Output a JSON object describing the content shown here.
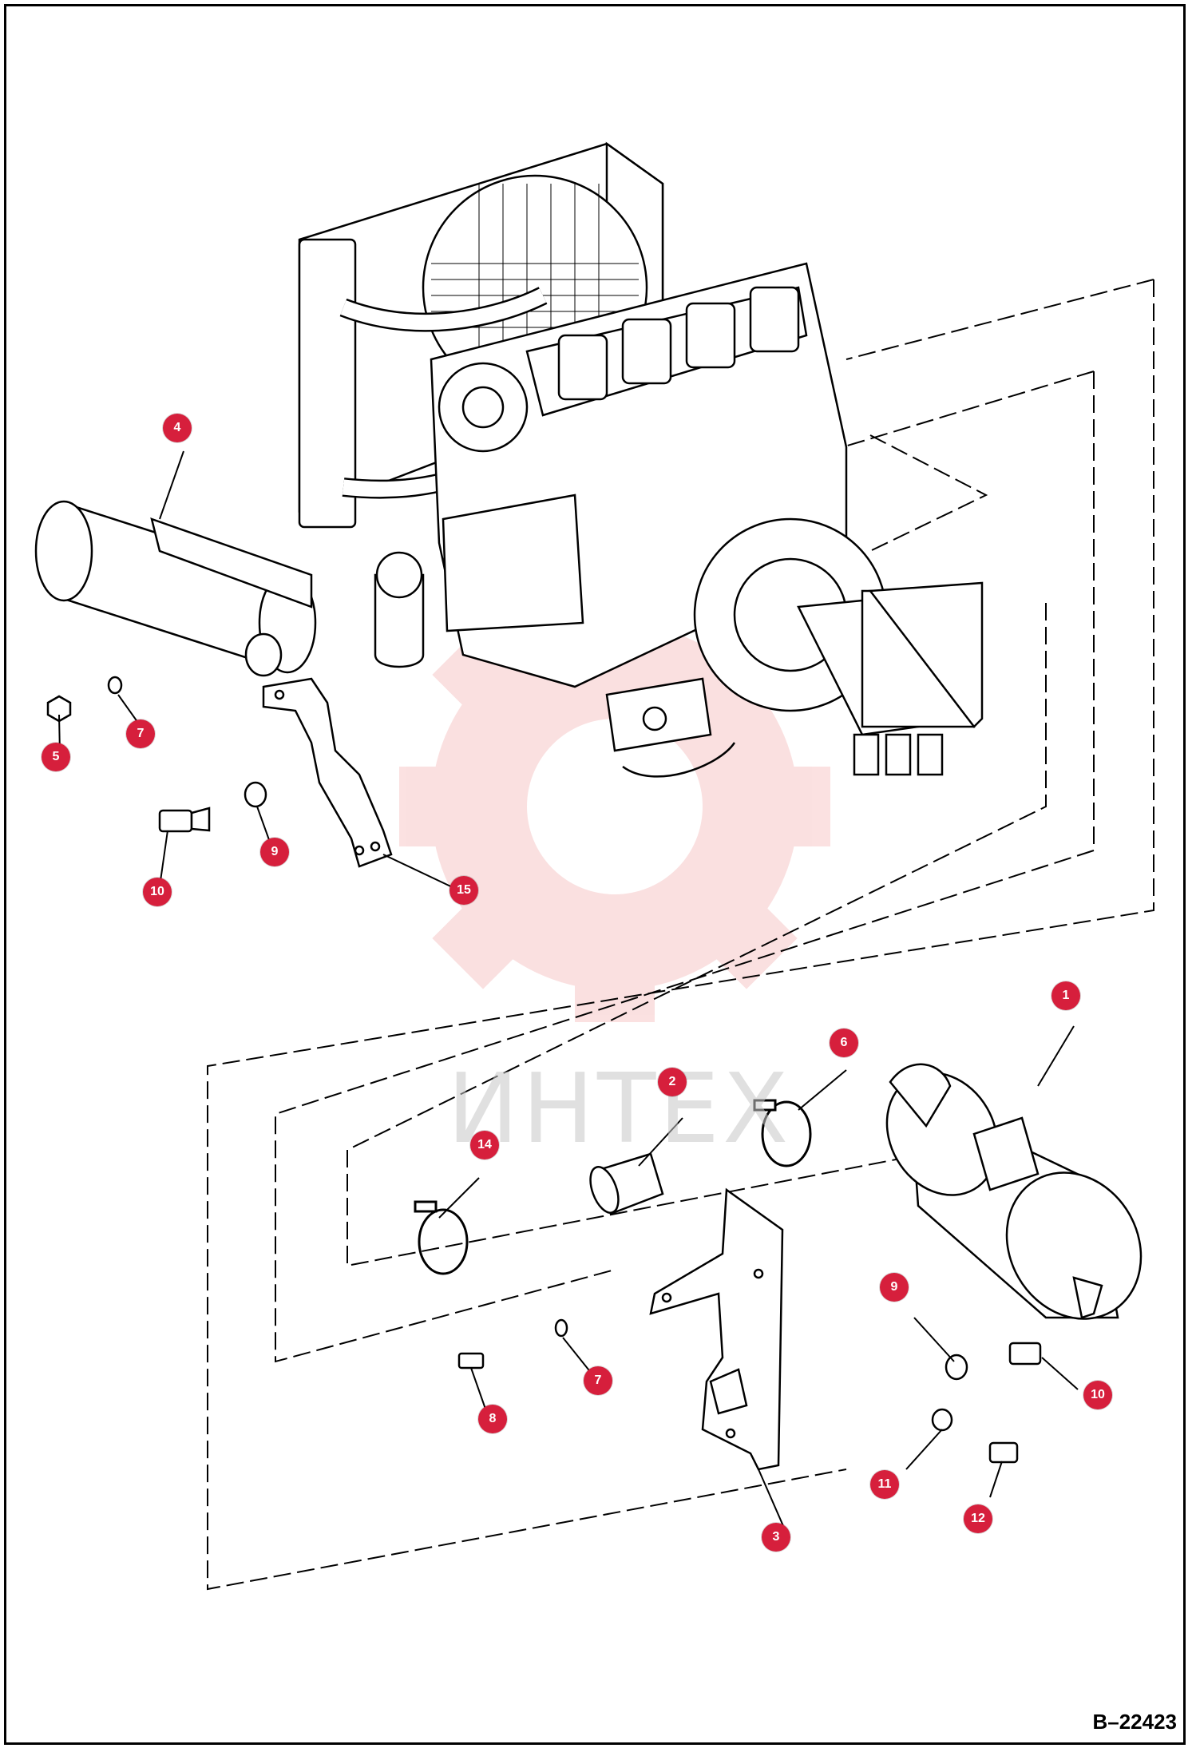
{
  "diagram": {
    "drawing_number": "B–22423",
    "watermark_text": "ИНТЕХ",
    "badge_color": "#d61f3c",
    "line_color": "#000000",
    "watermark_color": "#e85a5a"
  },
  "callouts": [
    {
      "id": "ref-4-muffler",
      "label": "4"
    },
    {
      "id": "ref-5-nut",
      "label": "5"
    },
    {
      "id": "ref-7-washer-upper",
      "label": "7"
    },
    {
      "id": "ref-9-washer-upper",
      "label": "9"
    },
    {
      "id": "ref-10-bolt-upper",
      "label": "10"
    },
    {
      "id": "ref-15-bracket",
      "label": "15"
    },
    {
      "id": "ref-1-air-cleaner",
      "label": "1"
    },
    {
      "id": "ref-6-clamp",
      "label": "6"
    },
    {
      "id": "ref-2-hose",
      "label": "2"
    },
    {
      "id": "ref-14-clamp",
      "label": "14"
    },
    {
      "id": "ref-9-washer-lower",
      "label": "9"
    },
    {
      "id": "ref-7-washer-lower",
      "label": "7"
    },
    {
      "id": "ref-10-bolt-lower",
      "label": "10"
    },
    {
      "id": "ref-8-bolt",
      "label": "8"
    },
    {
      "id": "ref-11-washer",
      "label": "11"
    },
    {
      "id": "ref-12-bolt",
      "label": "12"
    },
    {
      "id": "ref-3-mount-bracket",
      "label": "3"
    }
  ]
}
